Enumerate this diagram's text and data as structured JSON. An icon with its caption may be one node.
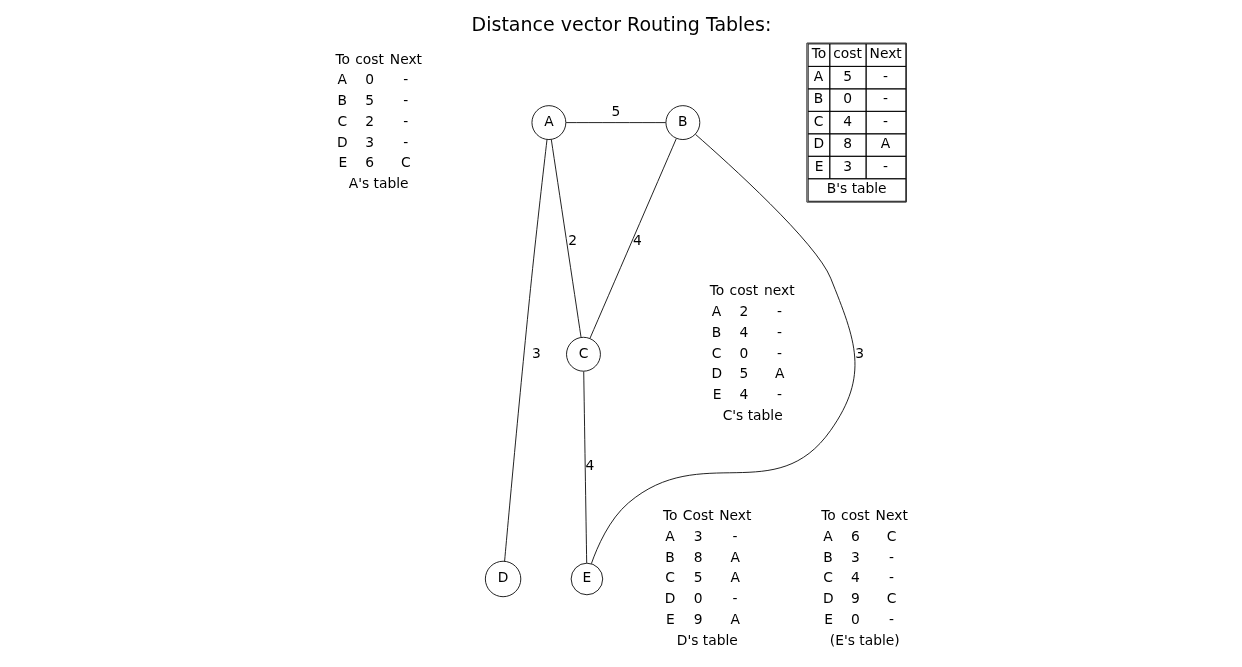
{
  "diagram": {
    "title": "Distance vector Routing Tables:",
    "nodes": [
      {
        "text": [
          "A"
        ]
      },
      {
        "text": [
          "B"
        ]
      },
      {
        "text": [
          "C"
        ]
      },
      {
        "text": [
          "D"
        ]
      },
      {
        "text": [
          "E"
        ]
      }
    ],
    "edges": [
      {
        "from": 0,
        "to": 1,
        "label": "5",
        "arrow": "none"
      },
      {
        "from": 0,
        "to": 2,
        "label": "2",
        "arrow": "none"
      },
      {
        "from": 2,
        "to": 1,
        "label": "4",
        "arrow": "none"
      },
      {
        "from": 0,
        "to": 3,
        "label": "3",
        "arrow": "none"
      },
      {
        "from": 2,
        "to": 4,
        "label": "4",
        "arrow": "none"
      },
      {
        "from": 1,
        "to": 4,
        "label": "3",
        "arrow": "none"
      }
    ],
    "labels": [
      "To",
      "cost",
      "Next",
      "A",
      "0",
      "-",
      "B",
      "5",
      "-",
      "C",
      "2",
      "-",
      "D",
      "3",
      "-",
      "E",
      "6",
      "C",
      "A's table",
      "To",
      "cost",
      "Next",
      "A",
      "5",
      "-",
      "B",
      "0",
      "-",
      "C",
      "4",
      "-",
      "D",
      "8",
      "A",
      "E",
      "3",
      "-",
      "B's table",
      "To",
      "cost",
      "next",
      "A",
      "2",
      "-",
      "B",
      "4",
      "-",
      "C",
      "0",
      "-",
      "D",
      "5",
      "A",
      "E",
      "4",
      "-",
      "C's table",
      "To",
      "Cost",
      "Next",
      "A",
      "3",
      "-",
      "B",
      "8",
      "A",
      "C",
      "5",
      "A",
      "D",
      "0",
      "-",
      "E",
      "9",
      "A",
      "D's table",
      "To",
      "cost",
      "Next",
      "A",
      "6",
      "C",
      "B",
      "3",
      "-",
      "C",
      "4",
      "-",
      "D",
      "9",
      "C",
      "E",
      "0",
      "-",
      "(E's table)"
    ]
  }
}
